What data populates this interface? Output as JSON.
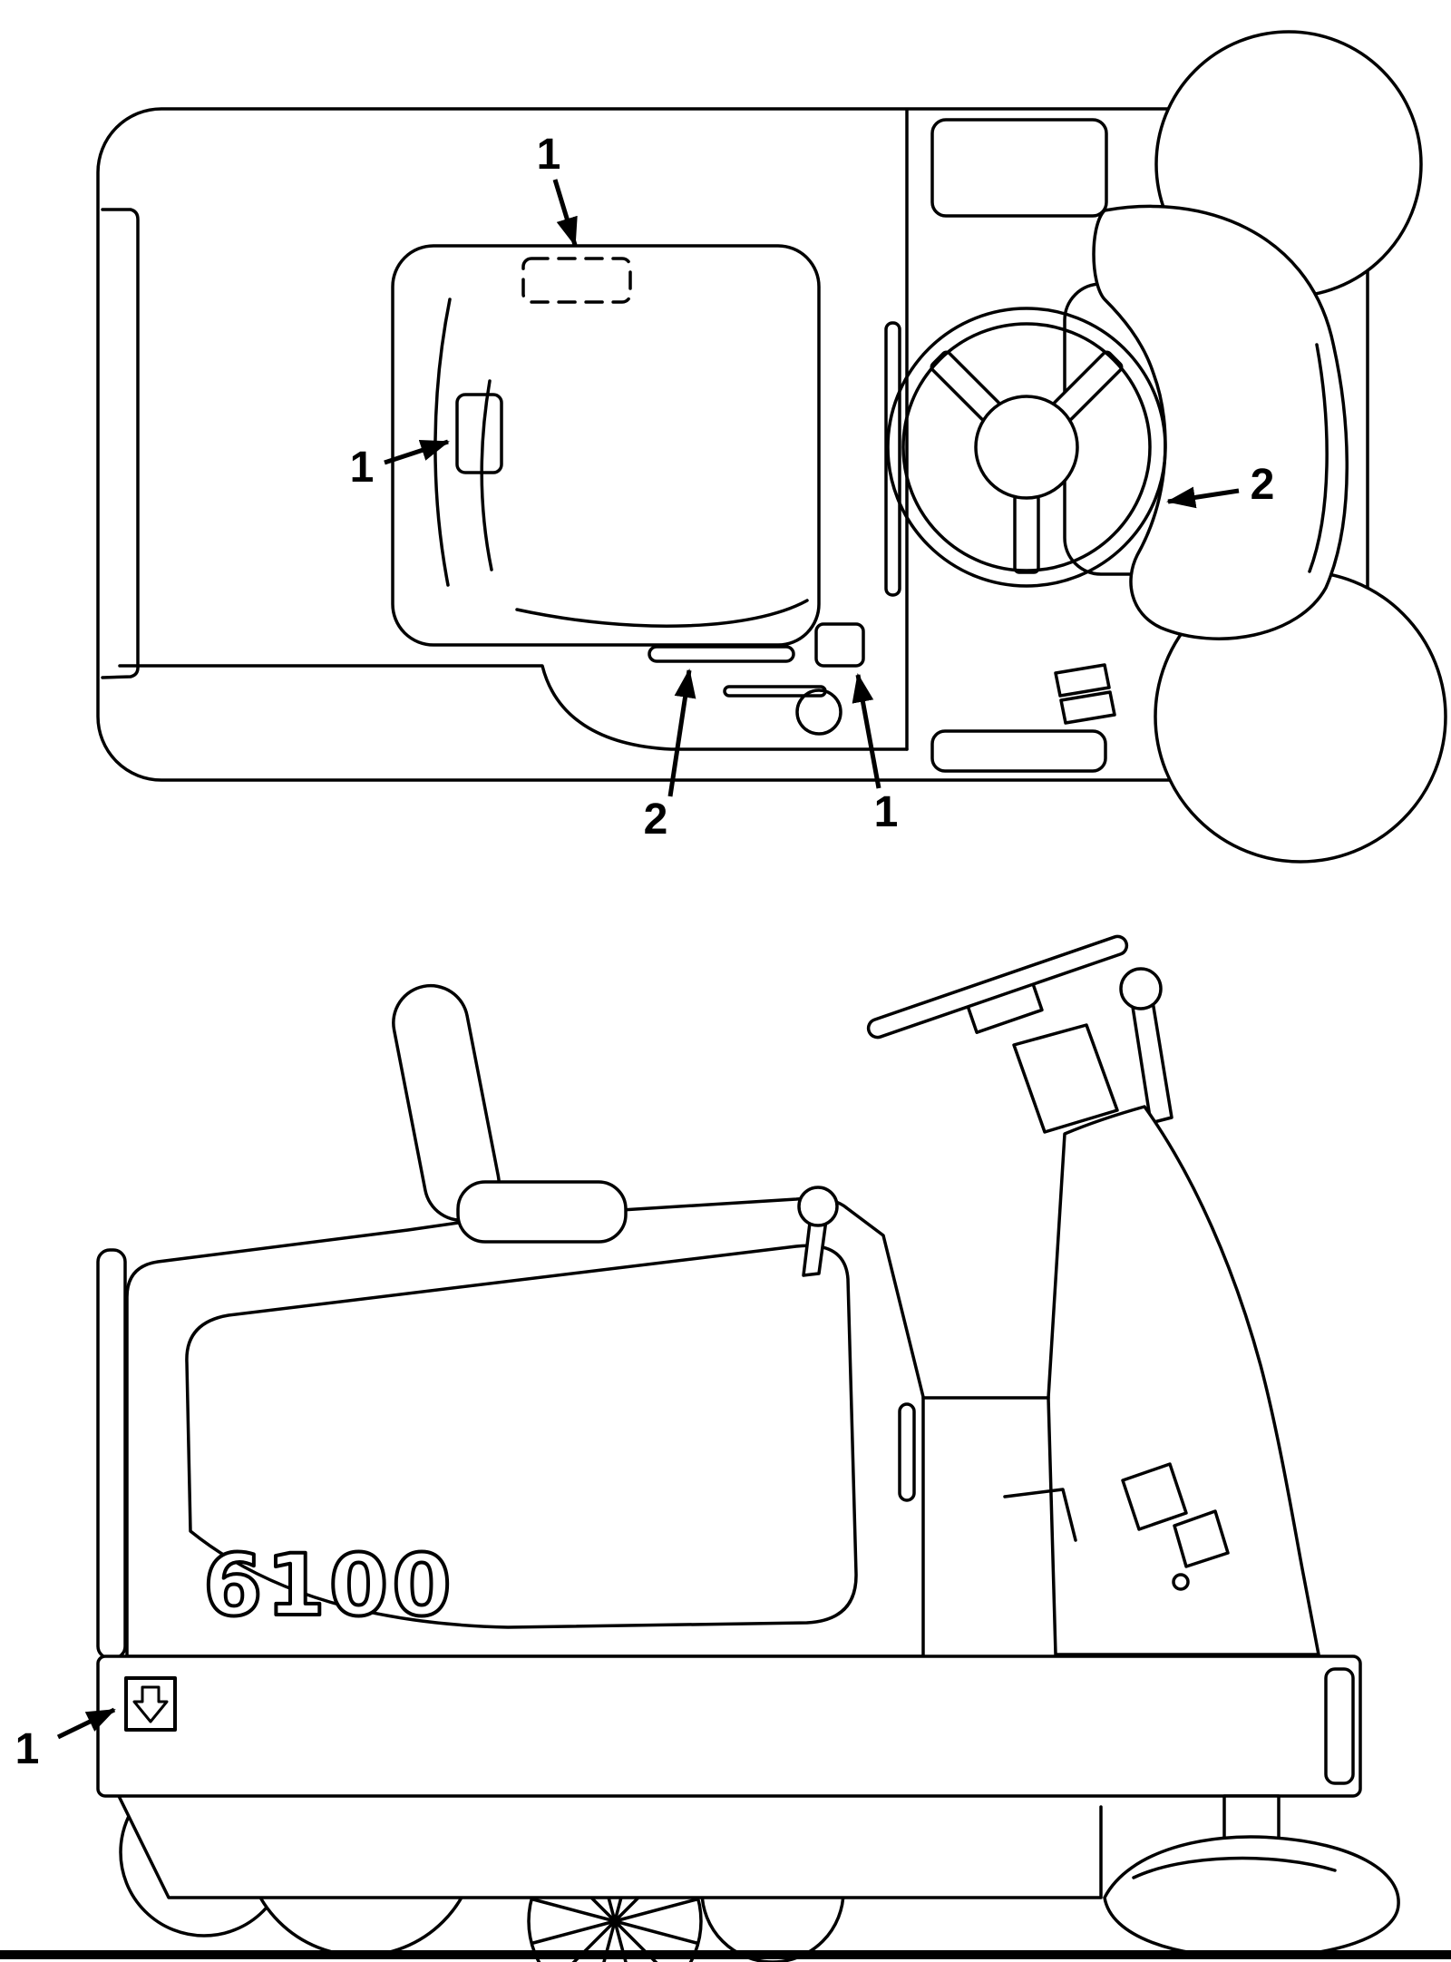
{
  "figure": {
    "model_label": "6100",
    "colors": {
      "line": "#000000",
      "background": "#ffffff"
    },
    "top_view": {
      "callouts": [
        {
          "id": "hood-top-decal",
          "label": "1"
        },
        {
          "id": "hood-left-decal",
          "label": "1"
        },
        {
          "id": "console-decal",
          "label": "2"
        },
        {
          "id": "floor-slot-decal",
          "label": "2"
        },
        {
          "id": "floor-square-decal",
          "label": "1"
        }
      ]
    },
    "side_view": {
      "callouts": [
        {
          "id": "bumper-decal",
          "label": "1"
        }
      ]
    }
  }
}
